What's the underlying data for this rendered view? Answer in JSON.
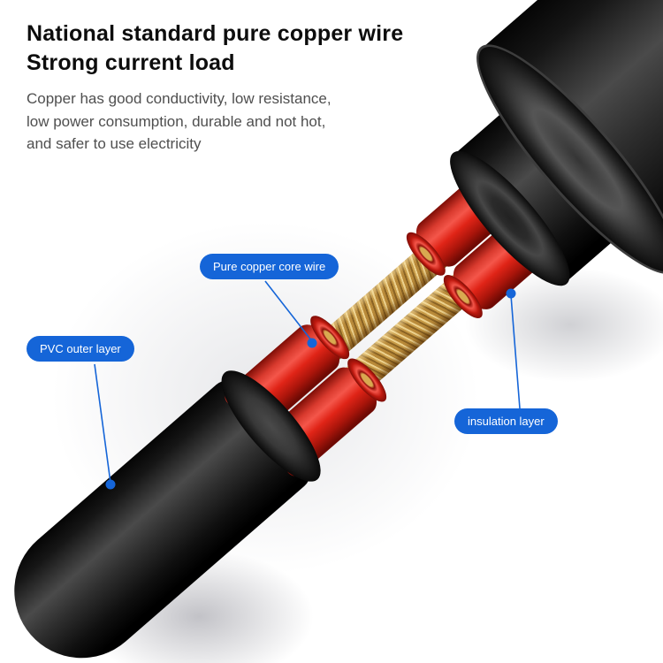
{
  "header": {
    "title_line1": "National standard pure copper wire",
    "title_line2": "Strong current load",
    "description_lines": [
      "Copper has good conductivity, low resistance,",
      "low power consumption, durable and not hot,",
      "and safer to use electricity"
    ]
  },
  "callouts": {
    "copper": {
      "label": "Pure copper core wire"
    },
    "pvc": {
      "label": "PVC outer layer"
    },
    "insulation": {
      "label": "insulation layer"
    }
  },
  "colors": {
    "accent_blue": "#1565d8",
    "copper_gold": "#c9a04e",
    "insulation_red": "#e02417",
    "sheath_black": "#111111"
  }
}
